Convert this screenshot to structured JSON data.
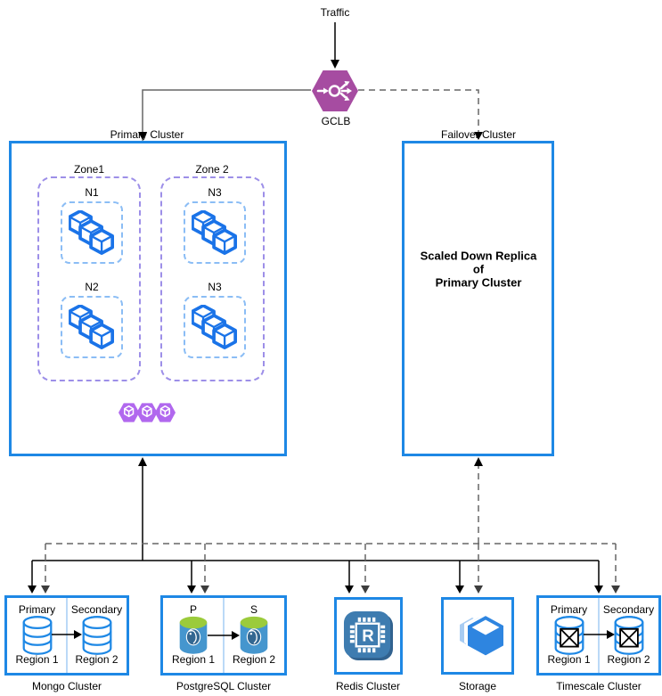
{
  "colors": {
    "box_border": "#1E88E5",
    "zone_border": "#9D8FE8",
    "node_border": "#8BBDF5",
    "divider": "#BBD9F7",
    "gclb_purple": "#A64CA1",
    "pods_purple": "#B168EE",
    "icon_blue": "#1A73E8",
    "postgres_body": "#4596CE",
    "postgres_top": "#9BCB3B",
    "postgres_logo": "#336791",
    "redis_bg": "#3E7CB0",
    "storage_front": "#2E85E0",
    "storage_mid": "#6FA8E8",
    "storage_back": "#A8CCF2"
  },
  "top": {
    "traffic_label": "Traffic",
    "gclb_label": "GCLB"
  },
  "primary_cluster": {
    "label": "Primary Cluster",
    "zones": [
      {
        "label": "Zone1",
        "nodes": [
          {
            "label": "N1"
          },
          {
            "label": "N2"
          }
        ]
      },
      {
        "label": "Zone 2",
        "nodes": [
          {
            "label": "N3"
          },
          {
            "label": "N3"
          }
        ]
      }
    ]
  },
  "failover_cluster": {
    "label": "Failover Cluster",
    "body": "Scaled Down Replica\nof\nPrimary Cluster"
  },
  "data_clusters": {
    "mongo": {
      "label": "Mongo Cluster",
      "left_role": "Primary",
      "right_role": "Secondary",
      "left_region": "Region 1",
      "right_region": "Region 2"
    },
    "postgres": {
      "label": "PostgreSQL Cluster",
      "left_role": "P",
      "right_role": "S",
      "left_region": "Region 1",
      "right_region": "Region 2"
    },
    "redis": {
      "label": "Redis Cluster",
      "icon_letter": "R"
    },
    "storage": {
      "label": "Storage"
    },
    "timescale": {
      "label": "Timescale Cluster",
      "left_role": "Primary",
      "right_role": "Secondary",
      "left_region": "Region 1",
      "right_region": "Region 2"
    }
  }
}
